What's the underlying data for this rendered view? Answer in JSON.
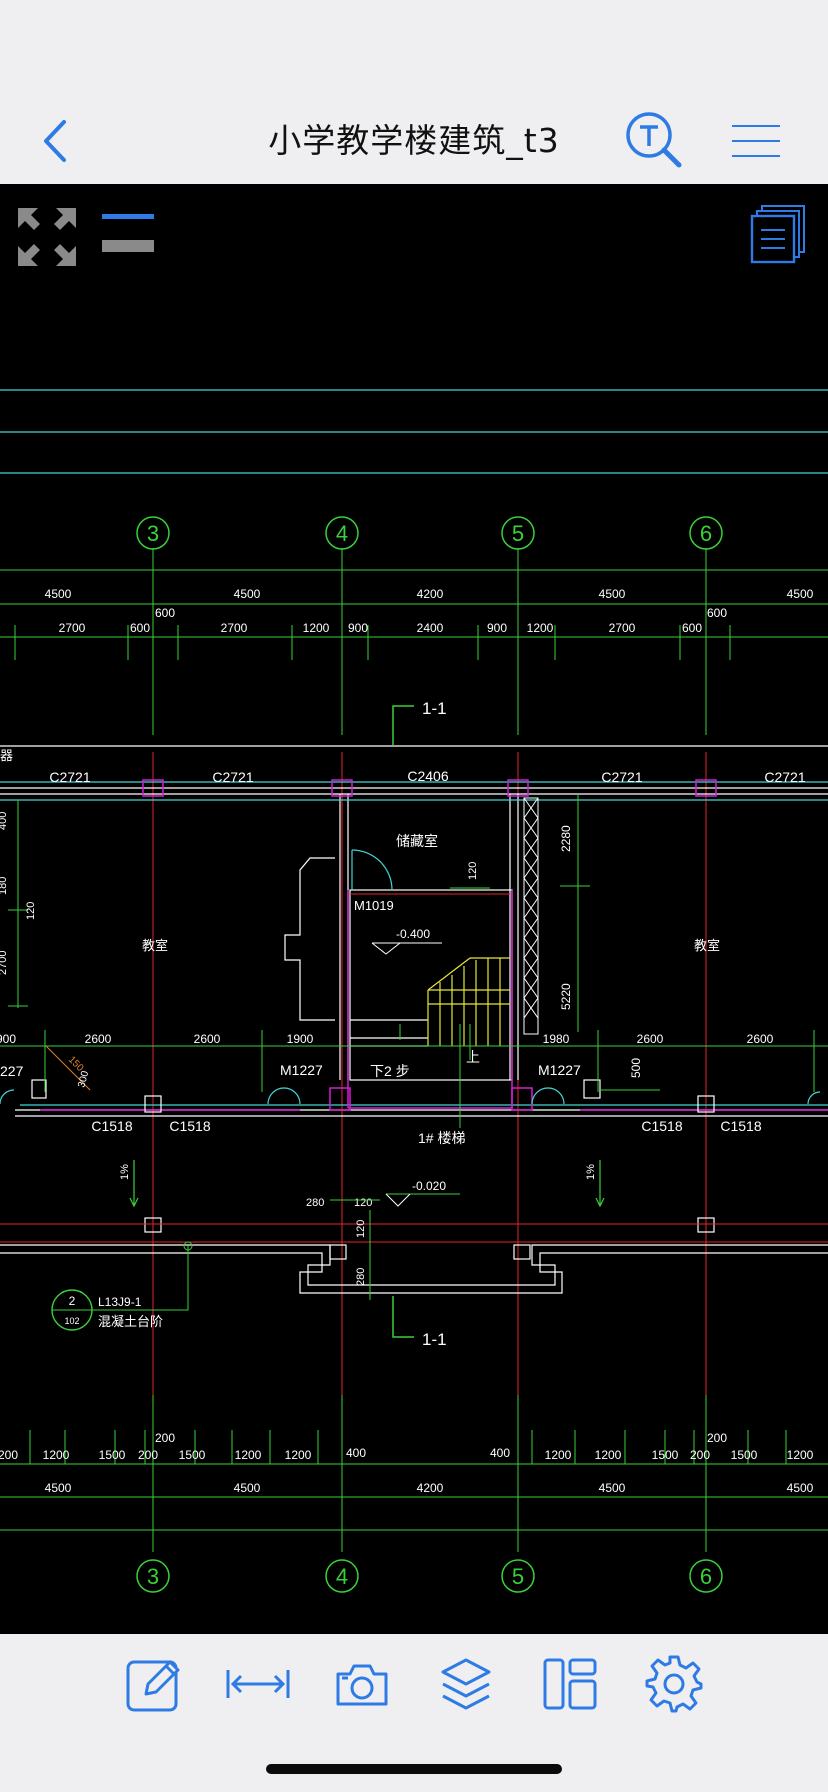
{
  "header": {
    "title": "小学教学楼建筑_t3",
    "back_icon": "chevron-left-icon",
    "search_icon": "text-search-icon",
    "menu_icon": "hamburger-menu-icon"
  },
  "canvas_tools": {
    "fullscreen_icon": "expand-arrows-icon",
    "line_weight_icon": "line-weight-icon",
    "layouts_icon": "stacked-pages-icon"
  },
  "drawing": {
    "axes_top": [
      "3",
      "4",
      "5",
      "6"
    ],
    "axes_bottom": [
      "3",
      "4",
      "5",
      "6"
    ],
    "dims_top_row1": [
      "4500",
      "4500",
      "4200",
      "4500",
      "4500"
    ],
    "dims_top_row2": [
      "2700",
      "600",
      "2700",
      "1200",
      "900",
      "2400",
      "900",
      "1200",
      "2700",
      "600"
    ],
    "dims_top_600": [
      "600",
      "600"
    ],
    "section_mark": "1-1",
    "windows_top": [
      "C2721",
      "C2721",
      "C2406",
      "C2721",
      "C2721"
    ],
    "room_storage": "储藏室",
    "room_class_left": "教室",
    "room_class_right": "教室",
    "door_m1019": "M1019",
    "level_stair": "-0.400",
    "dim_120": "120",
    "dim_2280": "2280",
    "dim_5220": "5220",
    "dims_left_vertical": [
      "400",
      "180",
      "120",
      "2700"
    ],
    "dims_mid_row": [
      "900",
      "2600",
      "2600",
      "1900",
      "1980",
      "2600",
      "2600"
    ],
    "doors_m1227": [
      "227",
      "M1227",
      "M1227"
    ],
    "down_steps": "下2 步",
    "up_label": "上",
    "dim_500": "500",
    "dim_300": "300",
    "dim_150": "150",
    "windows_bottom": [
      "C1518",
      "C1518",
      "C1518",
      "C1518"
    ],
    "stair_label": "1# 楼梯",
    "slope_labels": [
      "1%",
      "1%"
    ],
    "level_entry": "-0.020",
    "dims_entry": [
      "280",
      "120",
      "120",
      "280"
    ],
    "callout_num": "2",
    "callout_sheet": "102",
    "callout_ref": "L13J9-1",
    "callout_text": "混凝土台阶",
    "section_mark_bottom": "1-1",
    "dims_bottom_row1": [
      "200",
      "1200",
      "1500",
      "200",
      "1500",
      "1200",
      "1200",
      "400",
      "400",
      "1200",
      "1200",
      "1500",
      "200",
      "1500",
      "1200"
    ],
    "dims_bottom_200": [
      "200",
      "200"
    ],
    "dims_bottom_row2": [
      "4500",
      "4500",
      "4200",
      "4500",
      "4500"
    ],
    "left_edge_label": "器"
  },
  "toolbar": {
    "items": [
      {
        "icon": "edit-pencil-icon"
      },
      {
        "icon": "measure-distance-icon"
      },
      {
        "icon": "camera-icon"
      },
      {
        "icon": "layers-icon"
      },
      {
        "icon": "layout-panels-icon"
      },
      {
        "icon": "settings-gear-icon"
      }
    ]
  },
  "colors": {
    "accent": "#2f7be5",
    "grid_green": "#39d139",
    "axis_red": "#e0242c",
    "wall_white": "#ffffff",
    "cyan": "#3fd6d6",
    "magenta": "#d21fd2",
    "yellow": "#e6e63a"
  }
}
